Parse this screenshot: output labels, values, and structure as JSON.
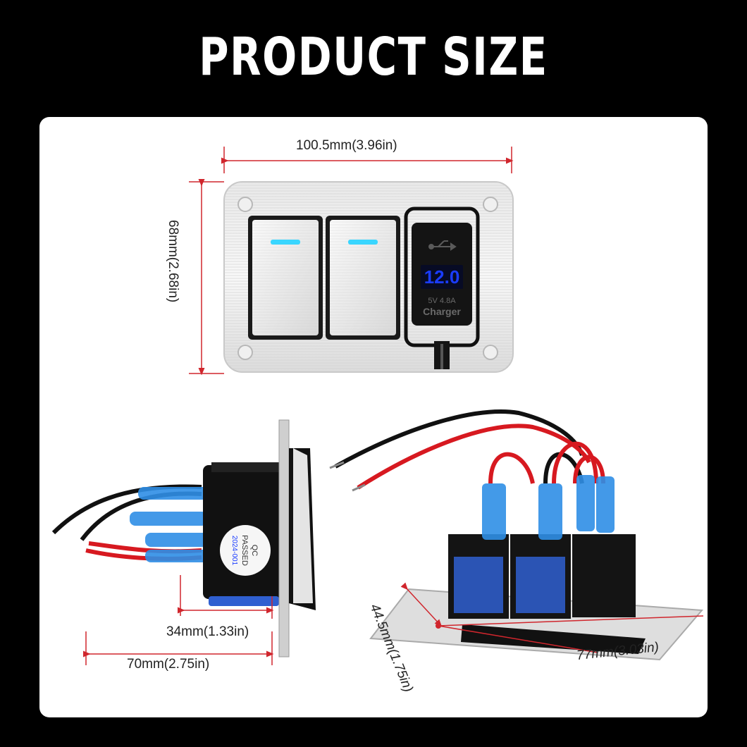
{
  "title": "PRODUCT SIZE",
  "dimensions": {
    "top_width": "100.5mm(3.96in)",
    "top_height": "68mm(2.68in)",
    "side_depth": "34mm(1.33in)",
    "side_length": "70mm(2.75in)",
    "back_height": "44.5mm(1.75in)",
    "back_width": "77mm(3.03in)"
  },
  "panel": {
    "display_value": "12.0",
    "charger_line1": "5V 4.8A",
    "charger_line2": "Charger",
    "usb_icon": "usb-icon"
  },
  "side_label": {
    "line1": "QC",
    "line2": "PASSED",
    "line3": "2024-001"
  },
  "colors": {
    "dimension_line": "#d0262d",
    "led": "#3ad6ff",
    "display": "#1a3cff",
    "wire_red": "#d71920",
    "wire_black": "#111111",
    "connector_blue": "#2f8fe6"
  }
}
